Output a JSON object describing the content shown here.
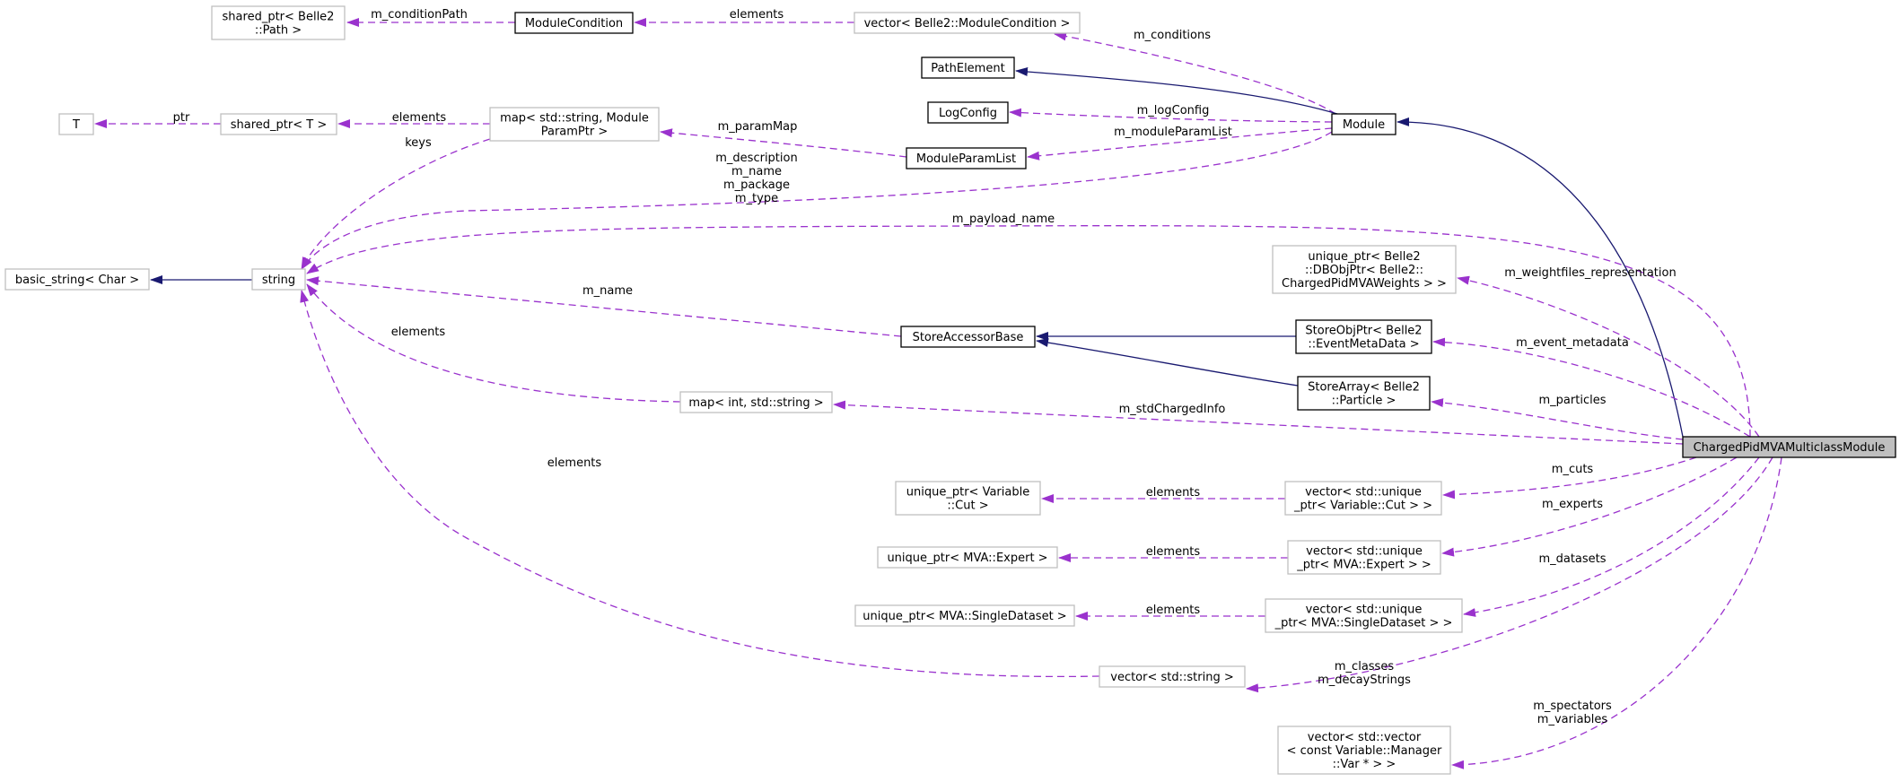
{
  "colors": {
    "inheritance_edge": "#191970",
    "member_edge": "#9a32cd",
    "focus_fill": "#bfbfbf",
    "weak_border": "#bfbfbf"
  },
  "nodes": {
    "shared_ptr_path": [
      "shared_ptr< Belle2",
      "::Path >"
    ],
    "module_condition": [
      "ModuleCondition"
    ],
    "vector_module_condition": [
      "vector< Belle2::ModuleCondition >"
    ],
    "path_element": [
      "PathElement"
    ],
    "log_config": [
      "LogConfig"
    ],
    "module": [
      "Module"
    ],
    "t": [
      "T"
    ],
    "shared_ptr_t": [
      "shared_ptr< T >"
    ],
    "map_param": [
      "map< std::string, Module",
      "ParamPtr >"
    ],
    "module_param_list": [
      "ModuleParamList"
    ],
    "basic_string": [
      "basic_string< Char >"
    ],
    "string": [
      "string"
    ],
    "unique_ptr_dbobj": [
      "unique_ptr< Belle2",
      "::DBObjPtr< Belle2::",
      "ChargedPidMVAWeights > >"
    ],
    "store_accessor_base": [
      "StoreAccessorBase"
    ],
    "store_obj_ptr": [
      "StoreObjPtr< Belle2",
      "::EventMetaData >"
    ],
    "store_array": [
      "StoreArray< Belle2",
      "::Particle >"
    ],
    "map_int_string": [
      "map< int, std::string >"
    ],
    "charged_pid": [
      "ChargedPidMVAMulticlassModule"
    ],
    "unique_ptr_cut": [
      "unique_ptr< Variable",
      "::Cut >"
    ],
    "vector_cut": [
      "vector< std::unique",
      "_ptr< Variable::Cut > >"
    ],
    "unique_ptr_expert": [
      "unique_ptr< MVA::Expert >"
    ],
    "vector_expert": [
      "vector< std::unique",
      "_ptr< MVA::Expert > >"
    ],
    "unique_ptr_dataset": [
      "unique_ptr< MVA::SingleDataset >"
    ],
    "vector_dataset": [
      "vector< std::unique",
      "_ptr< MVA::SingleDataset > >"
    ],
    "vector_string": [
      "vector< std::string >"
    ],
    "vector_var": [
      "vector< std::vector",
      "< const Variable::Manager",
      "::Var * > >"
    ]
  },
  "edge_labels": {
    "m_conditionPath": [
      "m_conditionPath"
    ],
    "elements_mc": [
      "elements"
    ],
    "m_conditions": [
      "m_conditions"
    ],
    "ptr": [
      "ptr"
    ],
    "elements_sp": [
      "elements"
    ],
    "m_paramMap": [
      "m_paramMap"
    ],
    "m_logConfig": [
      "m_logConfig"
    ],
    "m_moduleParamList": [
      "m_moduleParamList"
    ],
    "keys": [
      "keys"
    ],
    "module_strings": [
      "m_description",
      "m_name",
      "m_package",
      "m_type"
    ],
    "m_payload_name": [
      "m_payload_name"
    ],
    "m_weightfiles_representation": [
      "m_weightfiles_representation"
    ],
    "m_name_sab": [
      "m_name"
    ],
    "elements_map_int": [
      "elements"
    ],
    "m_event_metadata": [
      "m_event_metadata"
    ],
    "m_particles": [
      "m_particles"
    ],
    "m_stdChargedInfo": [
      "m_stdChargedInfo"
    ],
    "elements_vec_string": [
      "elements"
    ],
    "m_cuts": [
      "m_cuts"
    ],
    "elements_cut": [
      "elements"
    ],
    "m_experts": [
      "m_experts"
    ],
    "elements_expert": [
      "elements"
    ],
    "m_datasets": [
      "m_datasets"
    ],
    "elements_dataset": [
      "elements"
    ],
    "class_strings": [
      "m_classes",
      "m_decayStrings"
    ],
    "var_strings": [
      "m_spectators",
      "m_variables"
    ]
  }
}
